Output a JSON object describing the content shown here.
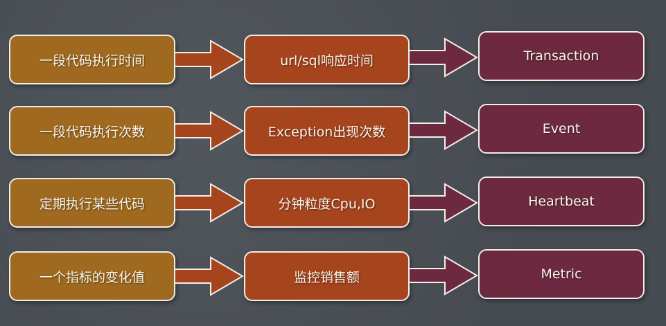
{
  "colors": {
    "source": "#9f6a1f",
    "example": "#a6441e",
    "type": "#6c2940",
    "background": "#4a4e55"
  },
  "rows": [
    {
      "source": "一段代码执行时间",
      "example": "url/sql响应时间",
      "type": "Transaction"
    },
    {
      "source": "一段代码执行次数",
      "example": "Exception出现次数",
      "type": "Event"
    },
    {
      "source": "定期执行某些代码",
      "example": "分钟粒度Cpu,IO",
      "type": "Heartbeat"
    },
    {
      "source": "一个指标的变化值",
      "example": "监控销售额",
      "type": "Metric"
    }
  ]
}
